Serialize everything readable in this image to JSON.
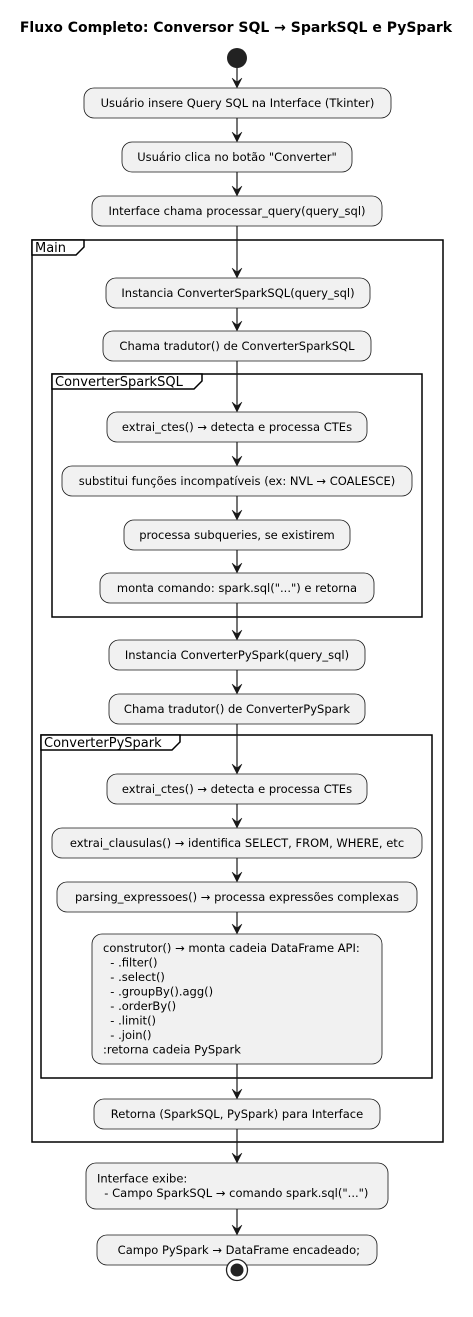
{
  "title": "Fluxo Completo: Conversor SQL → SparkSQL e PySpark",
  "frames": {
    "main": "Main",
    "converter_sparksql": "ConverterSparkSQL",
    "converter_pyspark": "ConverterPySpark"
  },
  "nodes": {
    "n1": [
      "Usuário insere Query SQL na Interface (Tkinter)"
    ],
    "n2": [
      "Usuário clica no botão \"Converter\""
    ],
    "n3": [
      "Interface chama processar_query(query_sql)"
    ],
    "n4": [
      "Instancia ConverterSparkSQL(query_sql)"
    ],
    "n5": [
      "Chama tradutor() de ConverterSparkSQL"
    ],
    "n6": [
      "extrai_ctes() → detecta e processa CTEs"
    ],
    "n7": [
      "substitui funções incompatíveis (ex: NVL → COALESCE)"
    ],
    "n8": [
      "processa subqueries, se existirem"
    ],
    "n9": [
      "monta comando: spark.sql(\"...\") e retorna"
    ],
    "n10": [
      "Instancia ConverterPySpark(query_sql)"
    ],
    "n11": [
      "Chama tradutor() de ConverterPySpark"
    ],
    "n12": [
      "extrai_ctes() → detecta e processa CTEs"
    ],
    "n13": [
      "extrai_clausulas() → identifica SELECT, FROM, WHERE, etc"
    ],
    "n14": [
      "parsing_expressoes() → processa expressões complexas"
    ],
    "n15": [
      "construtor() → monta cadeia DataFrame API:",
      "  - .filter()",
      "  - .select()",
      "  - .groupBy().agg()",
      "  - .orderBy()",
      "  - .limit()",
      "  - .join()",
      ":retorna cadeia PySpark"
    ],
    "n16": [
      "Retorna (SparkSQL, PySpark) para Interface"
    ],
    "n17": [
      "Interface exibe:",
      "  - Campo SparkSQL → comando spark.sql(\"...\")"
    ],
    "n18": [
      " Campo PySpark → DataFrame encadeado;"
    ]
  }
}
